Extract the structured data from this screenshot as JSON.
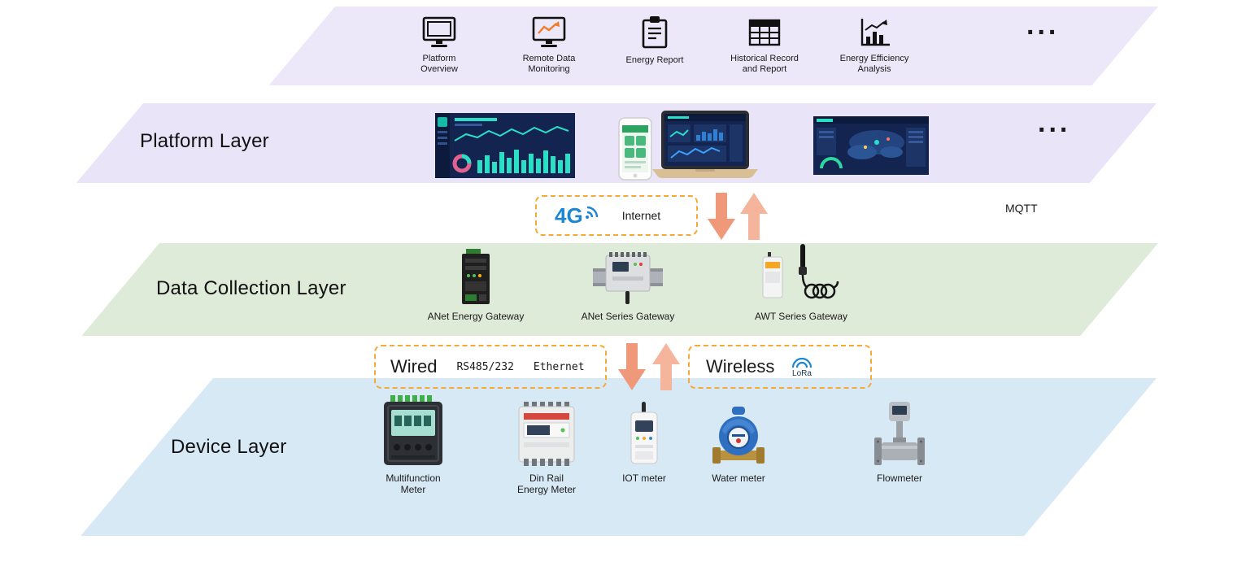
{
  "colors": {
    "application_band": "#ECE8FA",
    "platform_band": "#E9E4F8",
    "data_collection_band": "#DFEBD9",
    "device_band": "#D8E9F6",
    "dashed_border": "#F6A934",
    "arrow_down": "#F0987A",
    "arrow_up": "#F5B49C",
    "accent_blue": "#1C86D1"
  },
  "application_band": {
    "items": [
      {
        "icon": "monitor-icon",
        "label": "Platform\nOverview"
      },
      {
        "icon": "monitor-chart-icon",
        "label": "Remote Data\nMonitoring"
      },
      {
        "icon": "report-icon",
        "label": "Energy Report"
      },
      {
        "icon": "table-icon",
        "label": "Historical Record\nand Report"
      },
      {
        "icon": "bar-chart-icon",
        "label": "Energy Efficiency\nAnalysis"
      }
    ],
    "ellipsis": "..."
  },
  "platform_layer": {
    "title": "Platform Layer",
    "screenshots": [
      "web-dashboard",
      "mobile-app",
      "laptop-dashboard",
      "map-dashboard"
    ],
    "ellipsis": "..."
  },
  "platform_link": {
    "cellular": "4G",
    "internet": "Internet",
    "protocol": "MQTT"
  },
  "data_collection_layer": {
    "title": "Data Collection Layer",
    "gateways": [
      {
        "label": "ANet Energy Gateway"
      },
      {
        "label": "ANet Series Gateway"
      },
      {
        "label": "AWT Series Gateway"
      }
    ]
  },
  "device_link": {
    "wired_title": "Wired",
    "wired_protocols": [
      "RS485/232",
      "Ethernet"
    ],
    "wireless_title": "Wireless",
    "wireless_protocol": "LoRa"
  },
  "device_layer": {
    "title": "Device Layer",
    "devices": [
      {
        "label": "Multifunction\nMeter"
      },
      {
        "label": "Din Rail\nEnergy Meter"
      },
      {
        "label": "IOT meter"
      },
      {
        "label": "Water meter"
      },
      {
        "label": "Flowmeter"
      }
    ]
  }
}
